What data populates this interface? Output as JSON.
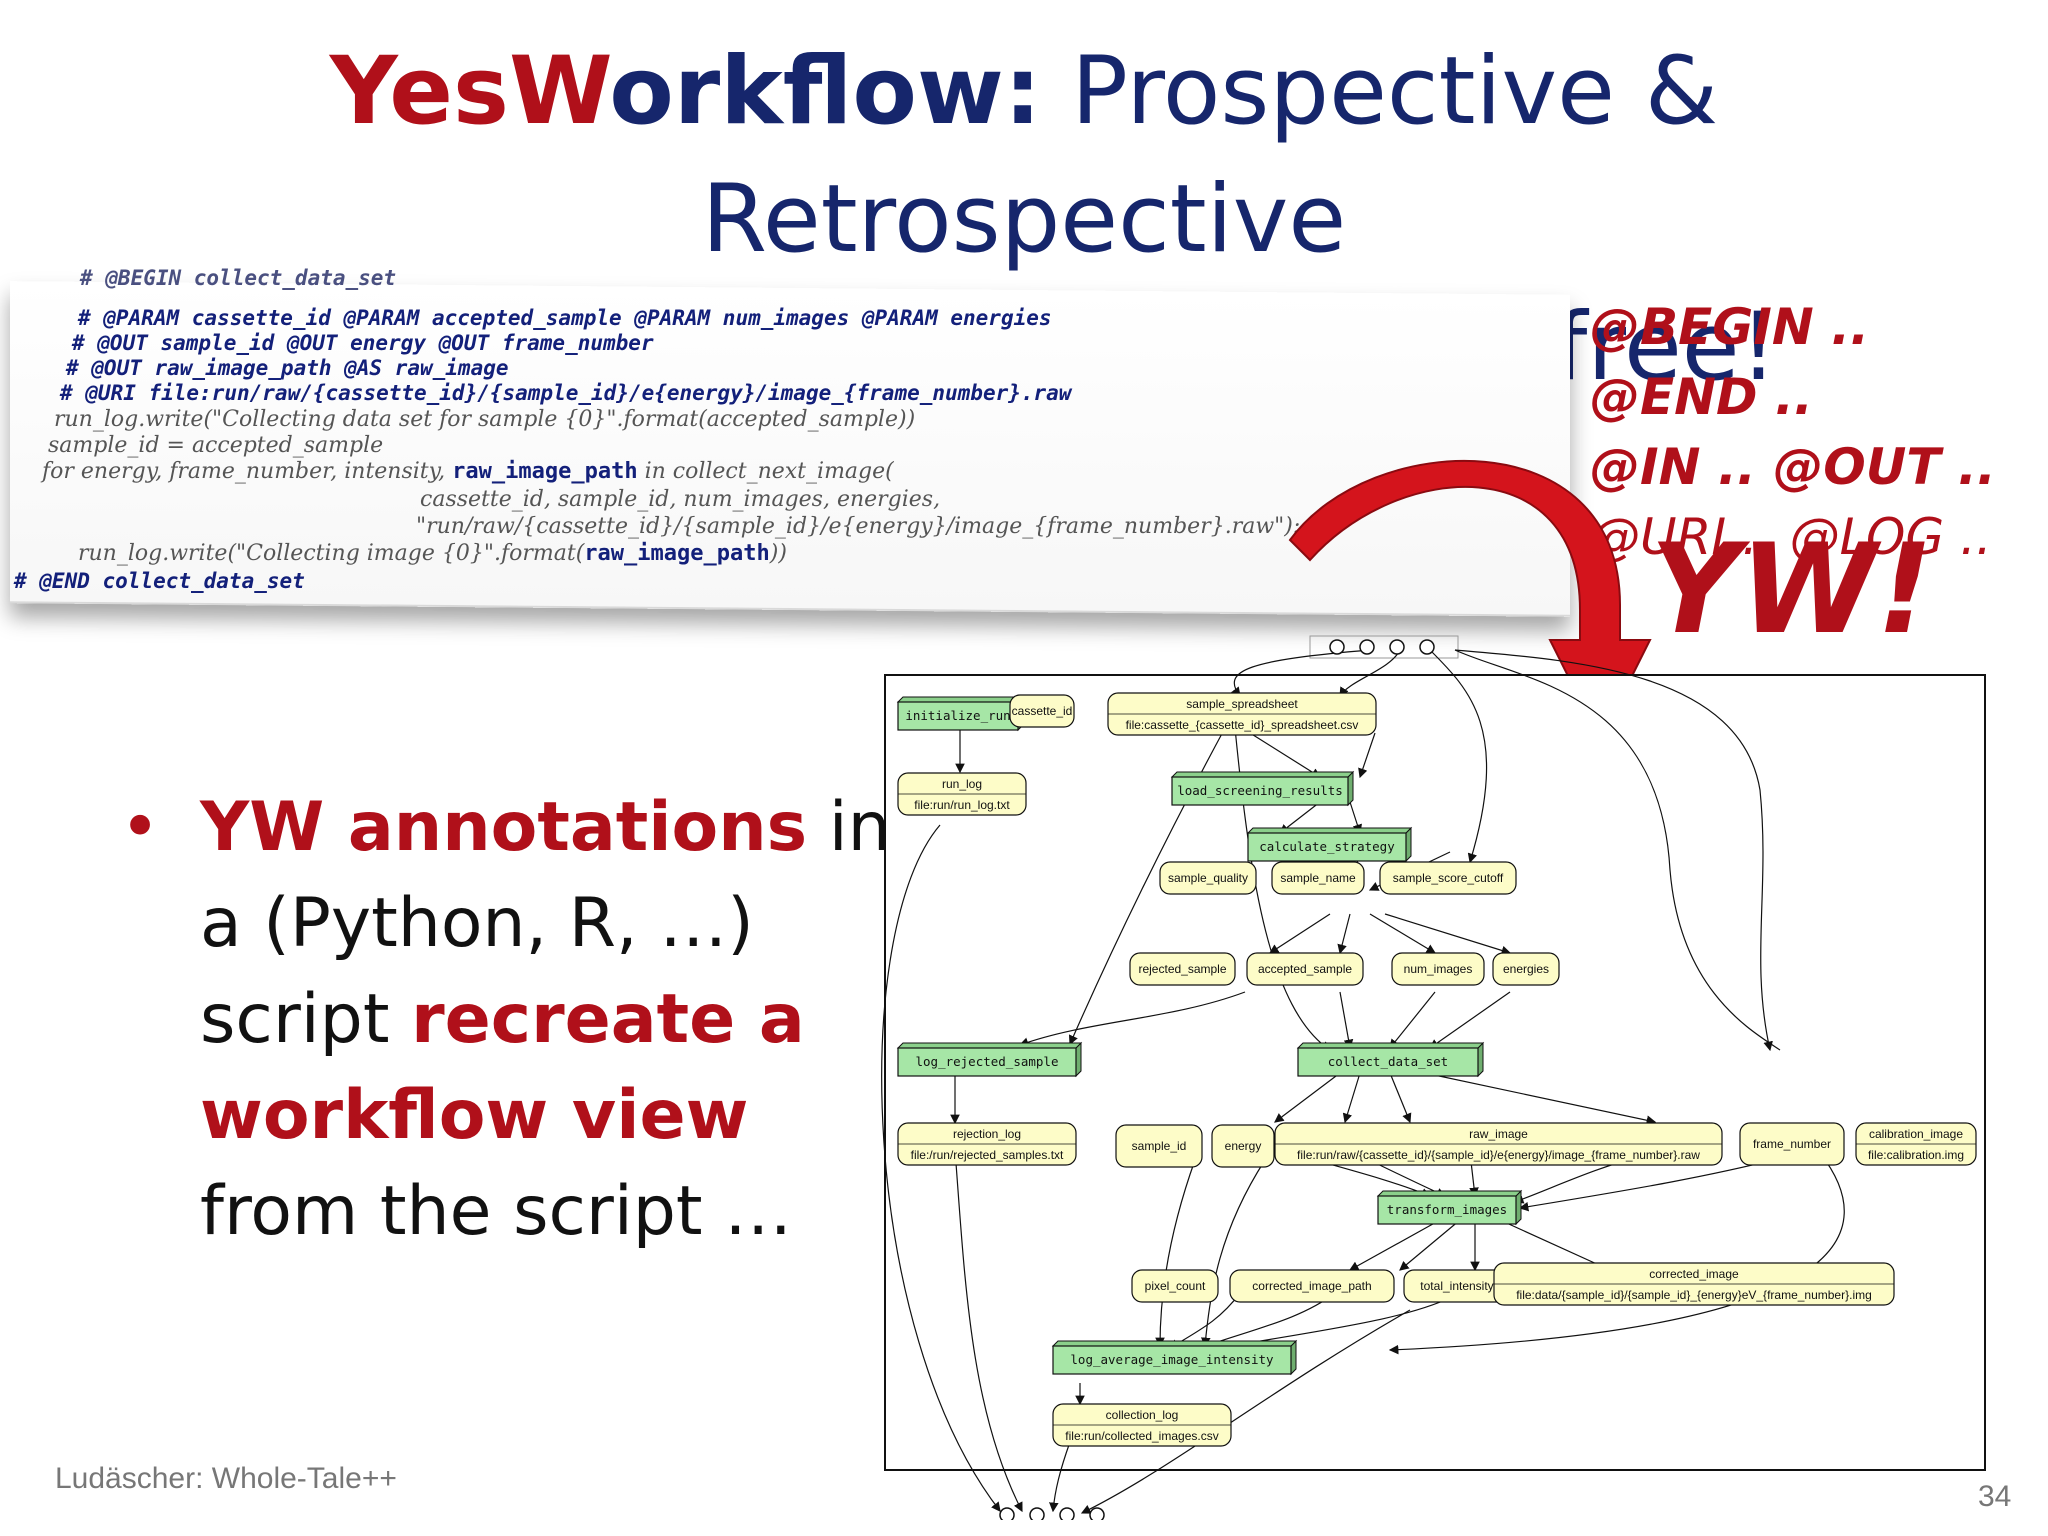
{
  "slide": {
    "title_brand_a": "Yes",
    "title_brand_b": "W",
    "title_brand_c": "orkflow:",
    "title_rest_1": " Prospective & Retrospective",
    "title_line2": "Provenance … (almost) for free!",
    "footer": "Ludäscher: Whole-Tale++",
    "page_number": "34"
  },
  "code": {
    "line0": "# @BEGIN collect_data_set",
    "line1": "# @PARAM cassette_id @PARAM accepted_sample @PARAM num_images @PARAM energies",
    "line2": "# @OUT sample_id @OUT energy @OUT frame_number",
    "line3": "# @OUT raw_image_path @AS raw_image",
    "line4": "# @URI file:run/raw/{cassette_id}/{sample_id}/e{energy}/image_{frame_number}.raw",
    "line5": "run_log.write(\"Collecting data set for sample {0}\".format(accepted_sample))",
    "line6": "sample_id = accepted_sample",
    "line7a": "for energy, frame_number, intensity, ",
    "line7b": "raw_image_path",
    "line7c": " in collect_next_image(",
    "line8": "cassette_id, sample_id, num_images, energies,",
    "line9": "\"run/raw/{cassette_id}/{sample_id}/e{energy}/image_{frame_number}.raw\"):",
    "line10a": "run_log.write(\"Collecting image {0}\".format(",
    "line10b": "raw_image_path",
    "line10c": "))",
    "line11": "# @END collect_data_set"
  },
  "tags": {
    "line1": "@BEGIN .. @END ..",
    "line2": "@IN .. @OUT ..",
    "line3": "@URI .. @LOG .."
  },
  "callout": "YW!",
  "bullet": {
    "symbol": "•",
    "red1": "YW annotations",
    "plain1": " in a (Python, R, …) script ",
    "red2": "recreate a workflow view",
    "plain2": " from the script …"
  },
  "diagram": {
    "programs": [
      "initialize_run",
      "load_screening_results",
      "calculate_strategy",
      "log_rejected_sample",
      "collect_data_set",
      "transform_images",
      "log_average_image_intensity"
    ],
    "data": [
      {
        "name": "cassette_id"
      },
      {
        "name": "sample_spreadsheet",
        "uri": "file:cassette_{cassette_id}_spreadsheet.csv"
      },
      {
        "name": "run_log",
        "uri": "file:run/run_log.txt"
      },
      {
        "name": "sample_quality"
      },
      {
        "name": "sample_name"
      },
      {
        "name": "sample_score_cutoff"
      },
      {
        "name": "rejected_sample"
      },
      {
        "name": "accepted_sample"
      },
      {
        "name": "num_images"
      },
      {
        "name": "energies"
      },
      {
        "name": "rejection_log",
        "uri": "file:/run/rejected_samples.txt"
      },
      {
        "name": "sample_id"
      },
      {
        "name": "energy"
      },
      {
        "name": "raw_image",
        "uri": "file:run/raw/{cassette_id}/{sample_id}/e{energy}/image_{frame_number}.raw"
      },
      {
        "name": "frame_number"
      },
      {
        "name": "calibration_image",
        "uri": "file:calibration.img"
      },
      {
        "name": "pixel_count"
      },
      {
        "name": "corrected_image_path"
      },
      {
        "name": "total_intensity"
      },
      {
        "name": "corrected_image",
        "uri": "file:data/{sample_id}/{sample_id}_{energy}eV_{frame_number}.img"
      },
      {
        "name": "collection_log",
        "uri": "file:run/collected_images.csv"
      }
    ]
  },
  "colors": {
    "title_blue": "#16266c",
    "accent_red": "#b0101a",
    "program_fill": "#a6e6a6",
    "data_fill": "#fdfcc8"
  }
}
